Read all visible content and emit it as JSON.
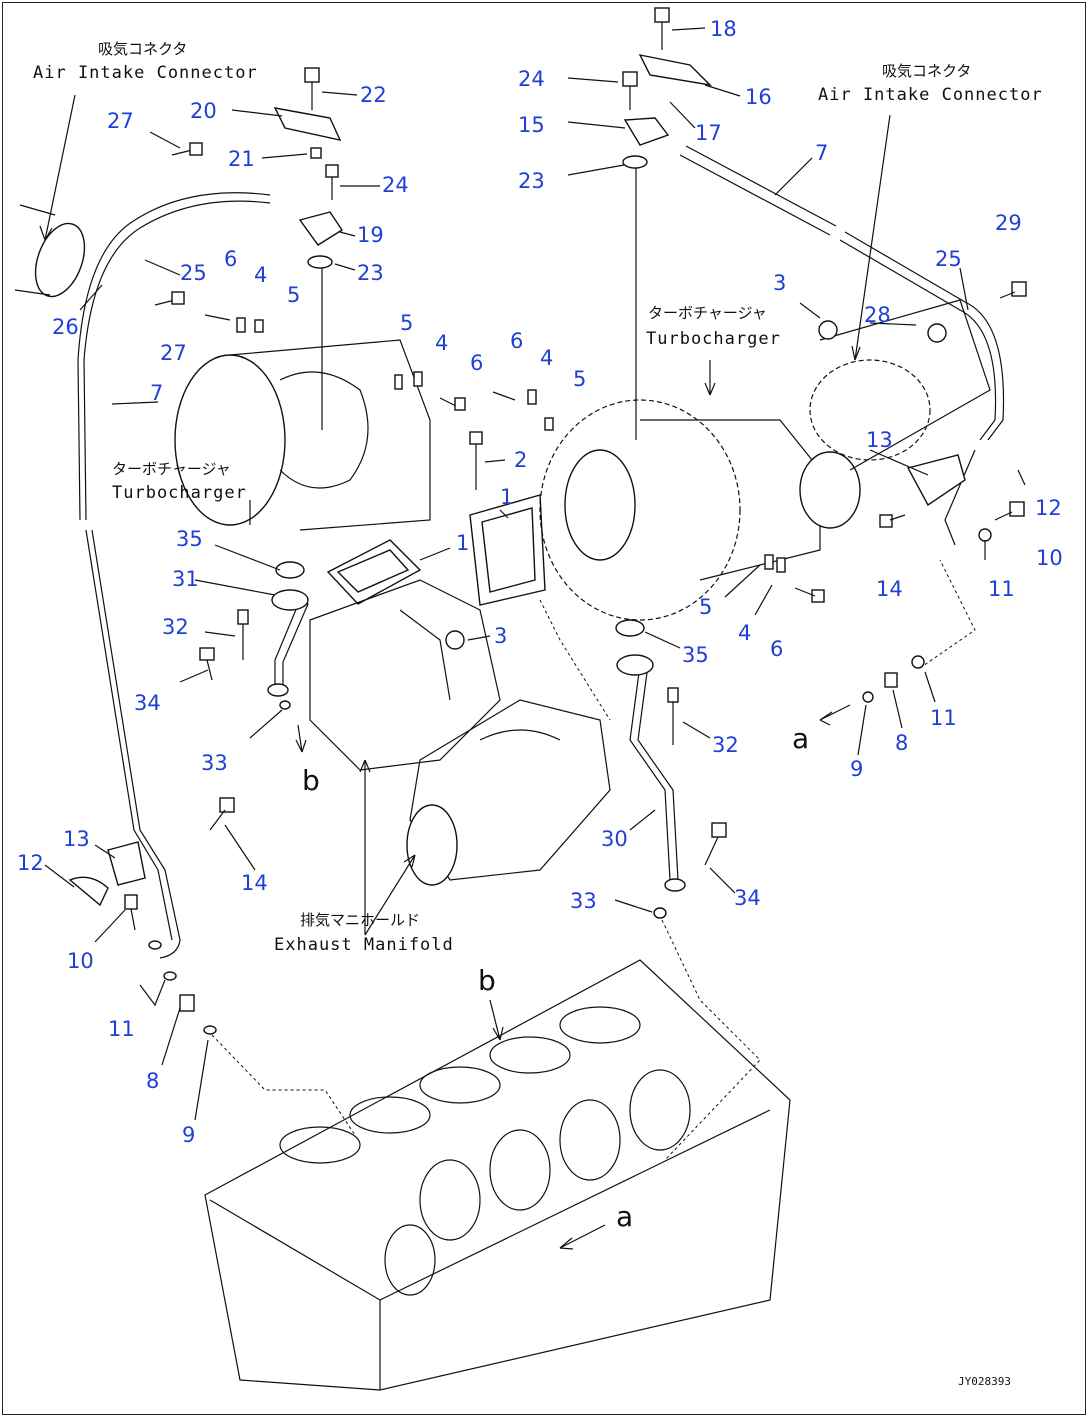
{
  "captions": {
    "air_intake_left_jp": "吸気コネクタ",
    "air_intake_left_en": "Air Intake Connector",
    "air_intake_right_jp": "吸気コネクタ",
    "air_intake_right_en": "Air Intake Connector",
    "turbo_left_jp": "ターボチャージャ",
    "turbo_left_en": "Turbocharger",
    "turbo_right_jp": "ターボチャージャ",
    "turbo_right_en": "Turbocharger",
    "manifold_jp": "排気マニホールド",
    "manifold_en": "Exhaust Manifold"
  },
  "reference_letters": {
    "a_right": "a",
    "b_left": "b",
    "b_bottom": "b",
    "a_bottom": "a"
  },
  "document_id": "JY028393",
  "callouts": [
    {
      "id": "c18",
      "text": "18"
    },
    {
      "id": "c24a",
      "text": "24"
    },
    {
      "id": "c16",
      "text": "16"
    },
    {
      "id": "c15",
      "text": "15"
    },
    {
      "id": "c17",
      "text": "17"
    },
    {
      "id": "c23a",
      "text": "23"
    },
    {
      "id": "c7a",
      "text": "7"
    },
    {
      "id": "c22",
      "text": "22"
    },
    {
      "id": "c20",
      "text": "20"
    },
    {
      "id": "c27a",
      "text": "27"
    },
    {
      "id": "c21",
      "text": "21"
    },
    {
      "id": "c24b",
      "text": "24"
    },
    {
      "id": "c19",
      "text": "19"
    },
    {
      "id": "c23b",
      "text": "23"
    },
    {
      "id": "c25a",
      "text": "25"
    },
    {
      "id": "c26",
      "text": "26"
    },
    {
      "id": "c6a",
      "text": "6"
    },
    {
      "id": "c4a",
      "text": "4"
    },
    {
      "id": "c5a",
      "text": "5"
    },
    {
      "id": "c27b",
      "text": "27"
    },
    {
      "id": "c7b",
      "text": "7"
    },
    {
      "id": "c5b",
      "text": "5"
    },
    {
      "id": "c4b",
      "text": "4"
    },
    {
      "id": "c6b",
      "text": "6"
    },
    {
      "id": "c6c",
      "text": "6"
    },
    {
      "id": "c4c",
      "text": "4"
    },
    {
      "id": "c5c",
      "text": "5"
    },
    {
      "id": "c2",
      "text": "2"
    },
    {
      "id": "c1a",
      "text": "1"
    },
    {
      "id": "c1b",
      "text": "1"
    },
    {
      "id": "c3a",
      "text": "3"
    },
    {
      "id": "c3b",
      "text": "3"
    },
    {
      "id": "c28",
      "text": "28"
    },
    {
      "id": "c25b",
      "text": "25"
    },
    {
      "id": "c29",
      "text": "29"
    },
    {
      "id": "c13a",
      "text": "13"
    },
    {
      "id": "c12a",
      "text": "12"
    },
    {
      "id": "c10a",
      "text": "10"
    },
    {
      "id": "c14a",
      "text": "14"
    },
    {
      "id": "c11a",
      "text": "11"
    },
    {
      "id": "c5d",
      "text": "5"
    },
    {
      "id": "c4d",
      "text": "4"
    },
    {
      "id": "c6d",
      "text": "6"
    },
    {
      "id": "c35a",
      "text": "35"
    },
    {
      "id": "c31",
      "text": "31"
    },
    {
      "id": "c32a",
      "text": "32"
    },
    {
      "id": "c34a",
      "text": "34"
    },
    {
      "id": "c33a",
      "text": "33"
    },
    {
      "id": "c35b",
      "text": "35"
    },
    {
      "id": "c32b",
      "text": "32"
    },
    {
      "id": "c30",
      "text": "30"
    },
    {
      "id": "c34b",
      "text": "34"
    },
    {
      "id": "c33b",
      "text": "33"
    },
    {
      "id": "c11b",
      "text": "11"
    },
    {
      "id": "c8a",
      "text": "8"
    },
    {
      "id": "c9a",
      "text": "9"
    },
    {
      "id": "c13b",
      "text": "13"
    },
    {
      "id": "c12b",
      "text": "12"
    },
    {
      "id": "c14b",
      "text": "14"
    },
    {
      "id": "c10b",
      "text": "10"
    },
    {
      "id": "c11c",
      "text": "11"
    },
    {
      "id": "c8b",
      "text": "8"
    },
    {
      "id": "c9b",
      "text": "9"
    }
  ]
}
